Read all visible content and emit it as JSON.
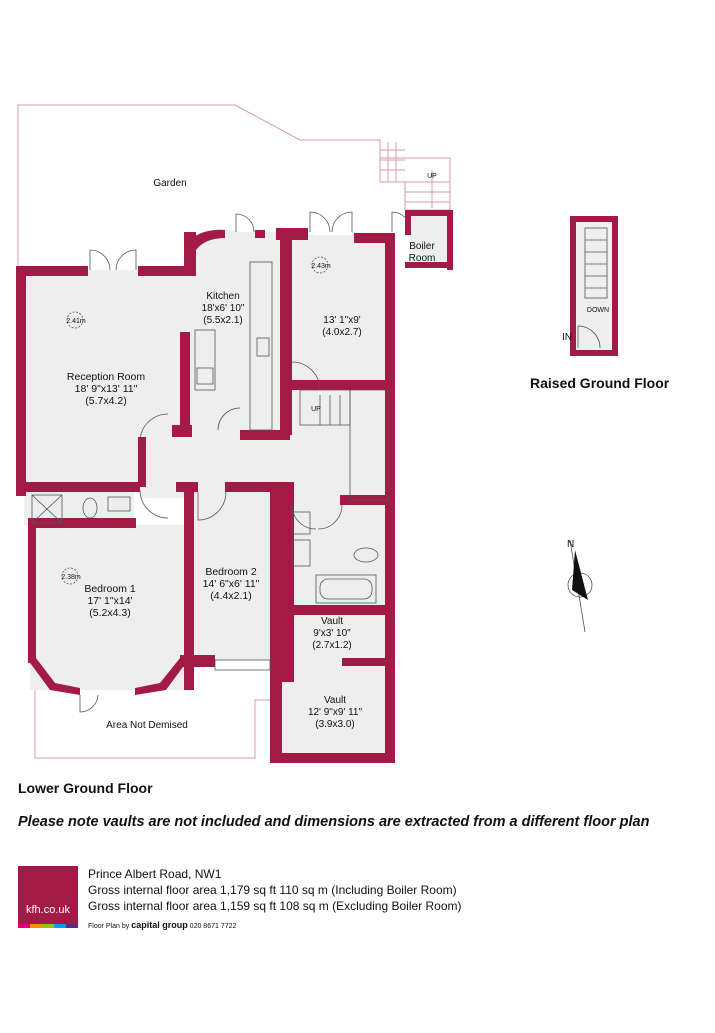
{
  "rooms": {
    "garden": "Garden",
    "kitchen": {
      "name": "Kitchen",
      "dims": "18'x6' 10\"",
      "metric": "(5.5x2.1)"
    },
    "reception": {
      "name": "Reception Room",
      "dims": "18' 9\"x13' 11\"",
      "metric": "(5.7x4.2)",
      "height": "2.41m"
    },
    "room_13": {
      "dims": "13' 1\"x9'",
      "metric": "(4.0x2.7)",
      "height": "2.43m"
    },
    "boiler": {
      "line1": "Boiler",
      "line2": "Room"
    },
    "bedroom1": {
      "name": "Bedroom 1",
      "dims": "17' 1\"x14'",
      "metric": "(5.2x4.3)",
      "height": "2.38m"
    },
    "bedroom2": {
      "name": "Bedroom 2",
      "dims": "14' 6\"x6' 11\"",
      "metric": "(4.4x2.1)"
    },
    "vault1": {
      "name": "Vault",
      "dims": "9'x3' 10\"",
      "metric": "(2.7x1.2)"
    },
    "vault2": {
      "name": "Vault",
      "dims": "12' 9\"x9' 11\"",
      "metric": "(3.9x3.0)"
    },
    "area": "Area Not Demised"
  },
  "markers": {
    "up_garden": "UP",
    "up_stairs": "UP",
    "down": "DOWN",
    "in": "IN",
    "north": "N"
  },
  "floors": {
    "lower": "Lower Ground Floor",
    "raised": "Raised Ground Floor"
  },
  "note": "Please note vaults are not included and dimensions are extracted from a different floor plan",
  "footer": {
    "address": "Prince Albert Road, NW1",
    "area_incl": "Gross internal floor area 1,179 sq ft 110 sq m (Including Boiler Room)",
    "area_excl": "Gross internal floor area 1,159 sq ft 108 sq m (Excluding Boiler Room)"
  },
  "logo": {
    "text": "kfh.co.uk"
  },
  "credit": {
    "prefix": "Floor Plan by",
    "brand": "capital group",
    "phone": "020 8671 7722"
  },
  "colors": {
    "wall": "#a21a45",
    "floor": "#eeeeee",
    "line": "#d89aae"
  }
}
